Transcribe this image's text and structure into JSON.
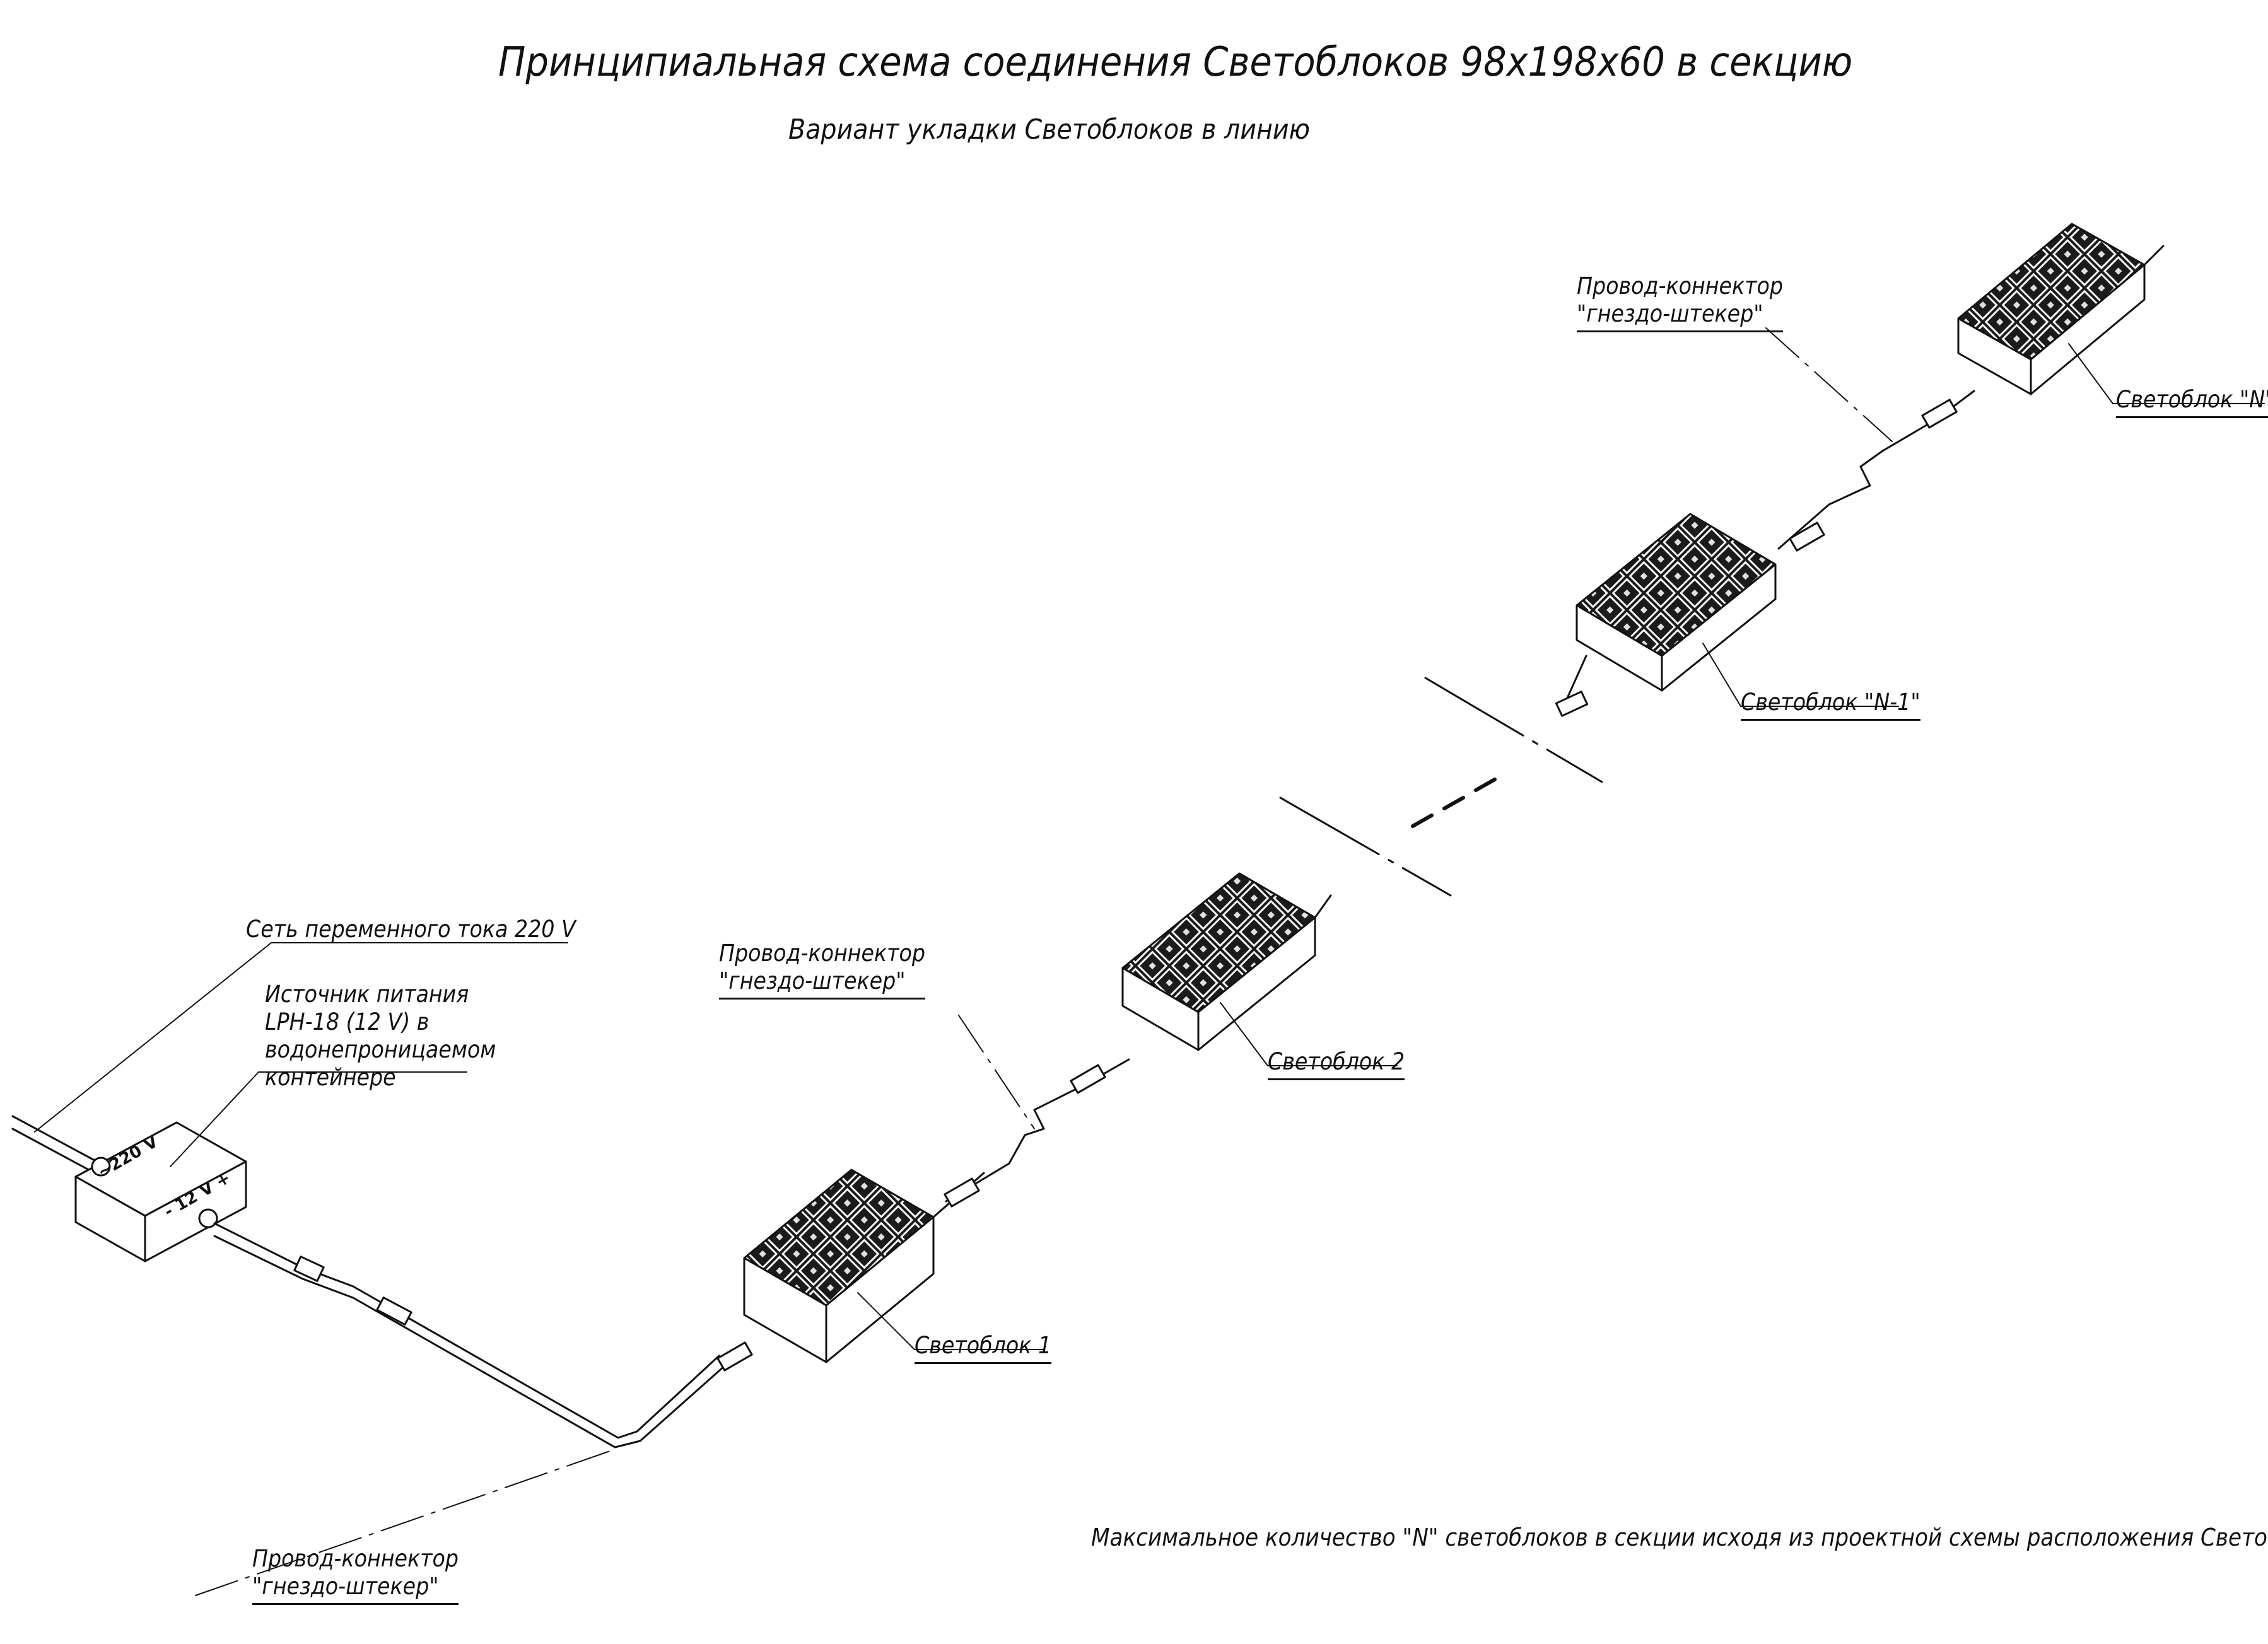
{
  "header": {
    "title": "Принципиальная схема соединения Светоблоков 98х198х60 в секцию",
    "subtitle": "Вариант укладки Светоблоков в линию"
  },
  "labels": {
    "mains": "Сеть переменного тока 220 V",
    "psu_line1": "Источник питания",
    "psu_line2": "LPH-18 (12 V) в",
    "psu_line3": "водонепроницаемом",
    "psu_line4": "контейнере",
    "cable_bottom_line1": "Провод-коннектор",
    "cable_bottom_line2": "\"гнездо-штекер\"",
    "cable_mid_line1": "Провод-коннектор",
    "cable_mid_line2": "\"гнездо-штекер\"",
    "cable_top_line1": "Провод-коннектор",
    "cable_top_line2": "\"гнездо-штекер\"",
    "block1": "Светоблок 1",
    "block2": "Светоблок 2",
    "block_n1": "Светоблок \"N-1\"",
    "block_n": "Светоблок \"N\"",
    "psu_in": "~220 V",
    "psu_out": "- 12 V +"
  },
  "note": "Максимальное количество \"N\" светоблоков в секции исходя из проектной схемы расположения Светоблоков."
}
